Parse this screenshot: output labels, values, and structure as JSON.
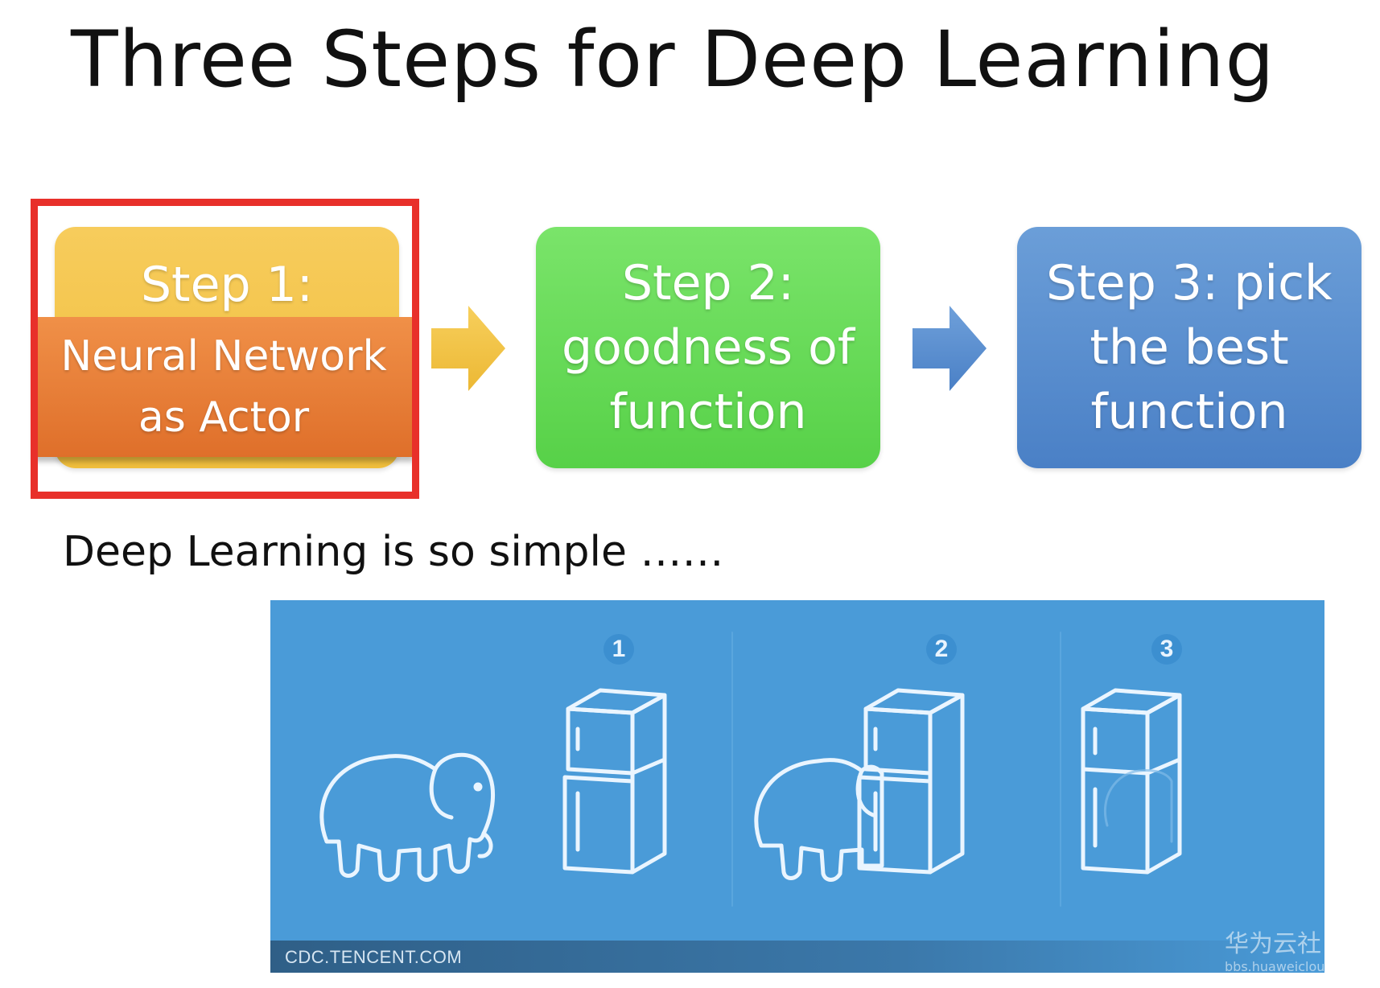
{
  "title": "Three Steps for Deep Learning",
  "steps": [
    {
      "label_line1": "Step 1:"
    },
    {
      "label_line1": "Step 2:",
      "label_line2": "goodness of",
      "label_line3": "function"
    },
    {
      "label_line1": "Step 3: pick",
      "label_line2": "the best",
      "label_line3": "function"
    }
  ],
  "actor": {
    "line1": "Neural Network",
    "line2": "as Actor"
  },
  "subtitle": "Deep Learning is so simple ……",
  "illustration": {
    "badges": [
      "1",
      "2",
      "3"
    ],
    "footer": "CDC.TENCENT.COM",
    "icons": [
      "elephant-icon",
      "fridge-icon"
    ]
  },
  "watermark": {
    "line1": "华为云社",
    "line2": "bbs.huaweiclou"
  },
  "colors": {
    "step1": "#f0be3c",
    "actor": "#e37a33",
    "step2": "#5fd54f",
    "step3": "#5289cc",
    "highlight": "#e8302a",
    "panel": "#4a9bd8"
  }
}
